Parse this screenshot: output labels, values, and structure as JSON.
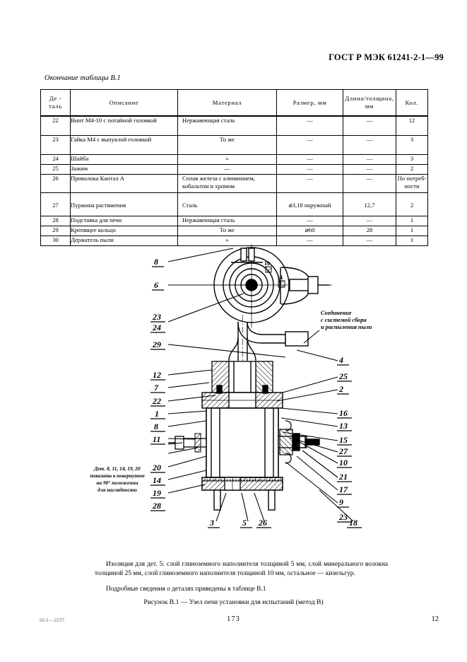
{
  "header": {
    "standard_ref": "ГОСТ Р МЭК 61241-2-1—99"
  },
  "table": {
    "caption": "Окончание таблицы В.1",
    "columns": [
      "Де­таль",
      "Описание",
      "Материал",
      "Размер, мм",
      "Длина/толщина, мм",
      "Кол."
    ],
    "col_header_lines": {
      "detail_line1": "Де -",
      "detail_line2": "таль",
      "description": "Описание",
      "material": "Материал",
      "size": "Размер,  мм",
      "length_line1": "Длина/толщина,",
      "length_line2": "мм",
      "qty": "Кол."
    },
    "rows": [
      {
        "detail": "22",
        "description": "Винт М4-10 с потайной головкой",
        "material": "Нержавеющая сталь",
        "size": "—",
        "length": "—",
        "qty": "12"
      },
      {
        "detail": "23",
        "description": "Гайка М4 с выпуклой го­ловкой",
        "material": "То же",
        "size": "—",
        "length": "—",
        "qty": "3"
      },
      {
        "detail": "24",
        "description": "Шайба",
        "material": "»",
        "size": "—",
        "length": "—",
        "qty": "3"
      },
      {
        "detail": "25",
        "description": "Зажим",
        "material": "—",
        "size": "—",
        "length": "—",
        "qty": "2"
      },
      {
        "detail": "26",
        "description": "Проволока Кантал А",
        "material": "Сплав железа с алюмини­ем, кобальтом и хромом",
        "size": "—",
        "length": "—",
        "qty": "По потреб­ности"
      },
      {
        "detail": "27",
        "description": "Пуржина растяжения",
        "material": "Сталь",
        "size": "⌀3,18 наружный",
        "length": "12,7",
        "qty": "2"
      },
      {
        "detail": "28",
        "description": "Подставка для печи",
        "material": "Нержавеющая сталь",
        "size": "—",
        "length": "—",
        "qty": "1"
      },
      {
        "detail": "29",
        "description": "Крепящее кольцо",
        "material": "То же",
        "size": "⌀60",
        "length": "28",
        "qty": "1"
      },
      {
        "detail": "30",
        "description": "Держатель пыли",
        "material": "»",
        "size": "—",
        "length": "—",
        "qty": "1"
      }
    ]
  },
  "figure": {
    "callouts_left": [
      "8",
      "6",
      "23",
      "24",
      "29",
      "12",
      "7",
      "22",
      "1",
      "8",
      "11",
      "20",
      "14",
      "19",
      "28"
    ],
    "callouts_right": [
      "4",
      "25",
      "2",
      "16",
      "13",
      "15",
      "27",
      "10",
      "21",
      "17",
      "9",
      "23"
    ],
    "callouts_bottom": [
      "3",
      "5",
      "26",
      "18"
    ],
    "inline_labels": [
      "10",
      "14"
    ],
    "annotation_connection": {
      "line1": "Соединение",
      "line2": "с системой сбора",
      "line3": "и распыления пыли"
    },
    "annotation_rotated": {
      "line1": "Дет. 8, 11, 14, 19, 20",
      "line2": "показаны в повернутом",
      "line3": "на 90° положении",
      "line4": "для наглядности"
    },
    "note_insulation": "Изоляция для дет. 5: слой глиноземного наполнителя толщиной 5 мм, слой минерального волокна толщиной 25 мм, слой глиноземного наполнителя толщиной 10 мм, остальное — кизельгур.",
    "note_details": "Подробные сведения о деталях приведены в таблице В.1",
    "title": "Рисунок В.1 — Узел печи установки для испытаний (метод В)"
  },
  "footer": {
    "signature": "16-1—2237",
    "page_number": "173",
    "page_number_right": "12"
  },
  "colors": {
    "ink": "#000000",
    "paper": "#ffffff",
    "footer_gray": "#6b5f5f"
  }
}
